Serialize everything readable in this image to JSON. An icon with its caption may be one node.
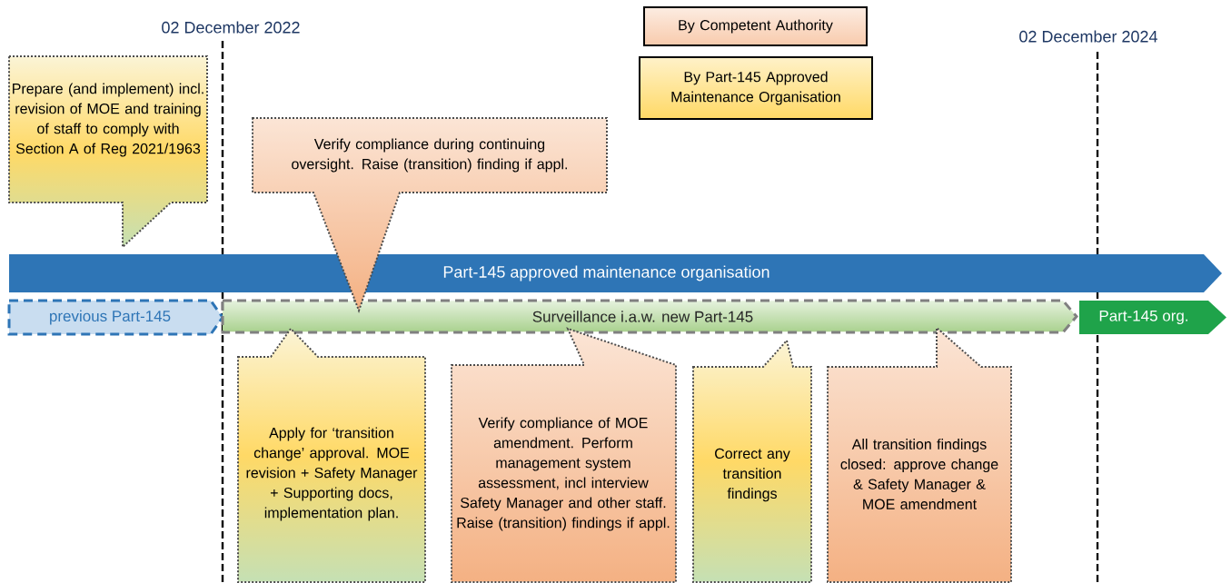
{
  "diagram": {
    "nodes": [
      {
        "text": [
          "Part-145 approved maintenance organisation"
        ]
      },
      {
        "text": [
          "previous Part-145"
        ]
      },
      {
        "text": [
          "Surveillance i.a.w. new Part-145"
        ]
      },
      {
        "text": [
          "Part-145 org."
        ]
      },
      {
        "text": [
          "Prepare (and implement) incl. revision of MOE and training of staff to comply with Section A of Reg 2021/1963"
        ]
      },
      {
        "text": [
          "Verify compliance during continuing oversight. Raise (transition) finding if appl."
        ]
      },
      {
        "text": [
          "Apply for ‘transition change’ approval. MOE revision + Safety Manager + Supporting docs, implementation plan."
        ]
      },
      {
        "text": [
          "Verify compliance of MOE amendment. Perform management system assessment, incl interview Safety Manager and other staff. Raise (transition) findings if appl."
        ]
      },
      {
        "text": [
          "Correct any transition findings"
        ]
      },
      {
        "text": [
          "All transition findings closed: approve change & Safety Manager & MOE amendment"
        ]
      }
    ],
    "labels": [
      "02 December 2022",
      "02 December 2024"
    ],
    "legend": [
      {
        "text": "By Competent Authority",
        "color": "#f8cbad"
      },
      {
        "text": "By Part-145 Approved Maintenance Organisation",
        "color": "#ffd966"
      }
    ]
  }
}
